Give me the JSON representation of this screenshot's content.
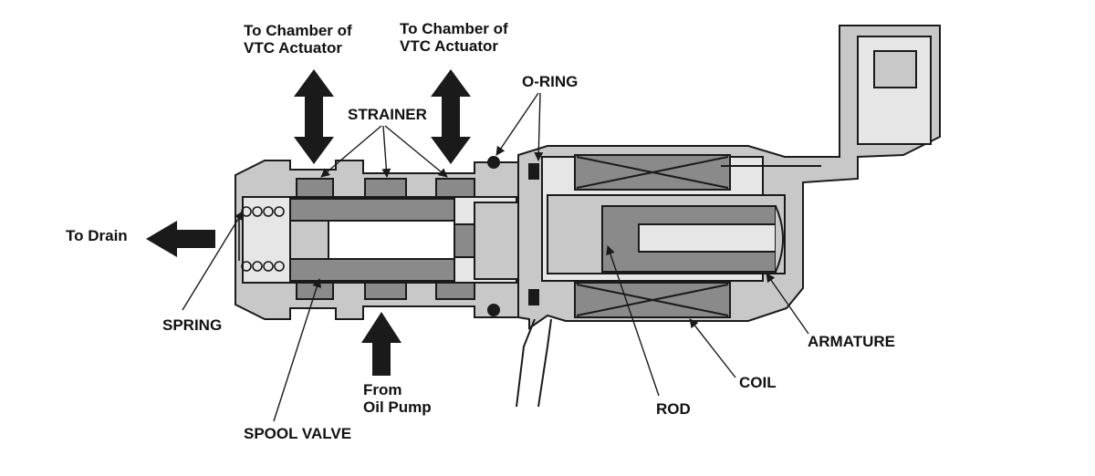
{
  "labels": {
    "to_chamber_left_l1": "To Chamber of",
    "to_chamber_left_l2": "VTC Actuator",
    "to_chamber_right_l1": "To Chamber of",
    "to_chamber_right_l2": "VTC Actuator",
    "o_ring": "O-RING",
    "strainer": "STRAINER",
    "to_drain": "To Drain",
    "spring": "SPRING",
    "from_oil_pump_l1": "From",
    "from_oil_pump_l2": "Oil Pump",
    "spool_valve": "SPOOL VALVE",
    "rod": "ROD",
    "coil": "COIL",
    "armature": "ARMATURE"
  },
  "colors": {
    "body_fill": "#c8c8c8",
    "dark_fill": "#8a8a8a",
    "light_fill": "#e6e6e6",
    "outline": "#1a1a1a",
    "arrow": "#1a1a1a"
  }
}
